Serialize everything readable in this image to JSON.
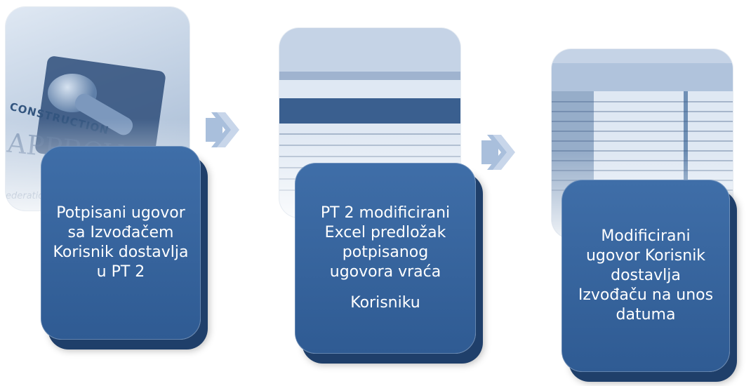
{
  "colors": {
    "card": "#3b69a3",
    "card_shadow": "#1f3f6a",
    "arrow": "#a9bfdc",
    "photo_tint": "#b8c9de"
  },
  "step1": {
    "lines": [
      "Potpisani ugovor",
      "sa Izvođačem",
      "Korisnik dostavlja",
      "u PT 2"
    ],
    "photo_text": [
      "CONSTRUCTION",
      "APPROV",
      "ederation"
    ]
  },
  "step2": {
    "lines": [
      "PT 2 modificirani",
      "Excel predložak",
      "potpisanog",
      "ugovora vraća",
      "Korisniku"
    ]
  },
  "step3": {
    "lines": [
      "Modificirani",
      "ugovor Korisnik",
      "dostavlja",
      "Izvođaču na unos",
      "datuma"
    ]
  },
  "icons": [
    "chevron-arrow-icon",
    "chevron-arrow-icon"
  ]
}
